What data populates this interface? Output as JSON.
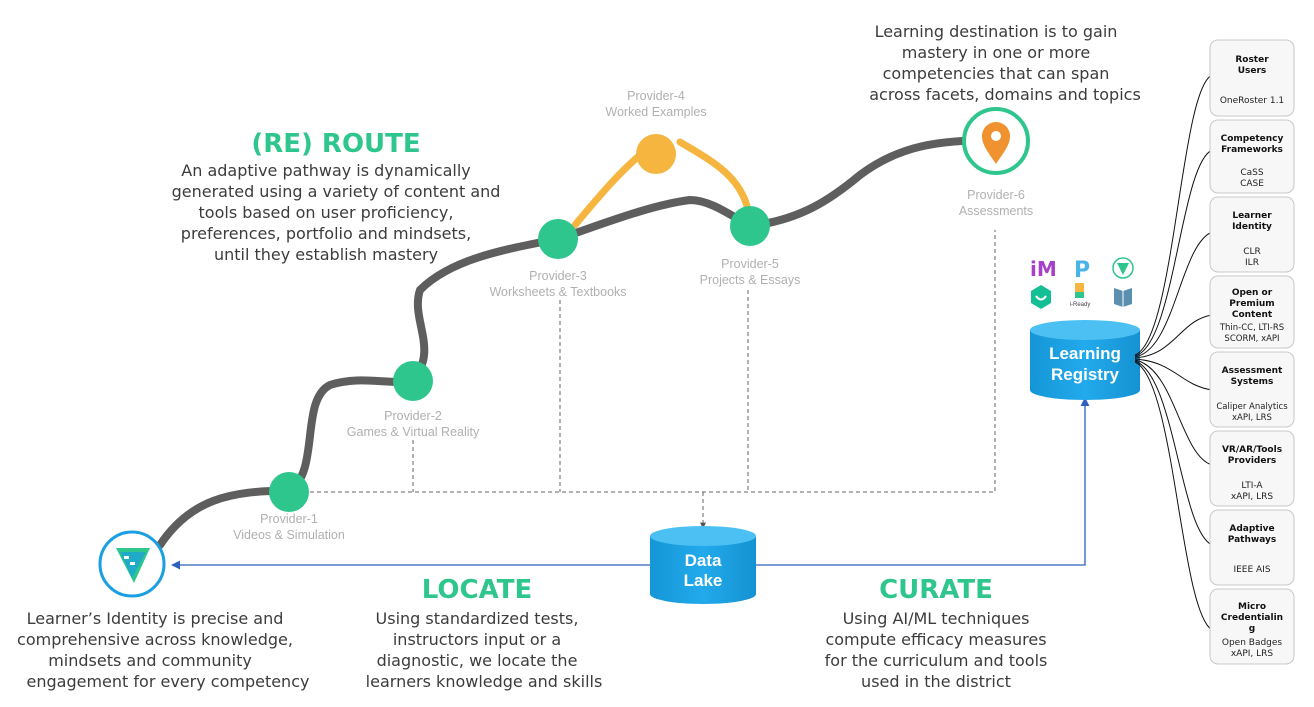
{
  "route": {
    "title": "(RE) ROUTE",
    "desc": [
      "An adaptive pathway is dynamically",
      "generated using a variety of content and",
      "tools based on user proficiency,",
      "preferences, portfolio and mindsets,",
      "until they establish mastery"
    ]
  },
  "destination": {
    "desc": [
      "Learning destination is to gain",
      "mastery in one or more",
      "competencies that can span",
      "across facets, domains and topics"
    ]
  },
  "providers": [
    {
      "name": "Provider-1",
      "desc": "Videos & Simulation"
    },
    {
      "name": "Provider-2",
      "desc": "Games & Virtual Reality"
    },
    {
      "name": "Provider-3",
      "desc": "Worksheets & Textbooks"
    },
    {
      "name": "Provider-4",
      "desc": "Worked Examples"
    },
    {
      "name": "Provider-5",
      "desc": "Projects & Essays"
    },
    {
      "name": "Provider-6",
      "desc": "Assessments"
    }
  ],
  "learner": {
    "desc": [
      "Learner’s Identity is precise and",
      "comprehensive across knowledge,",
      "mindsets and community",
      "engagement for every competency"
    ]
  },
  "locate": {
    "title": "LOCATE",
    "desc": [
      "Using standardized tests,",
      "instructors input or a",
      "diagnostic, we locate the",
      "learners knowledge and skills"
    ]
  },
  "curate": {
    "title": "CURATE",
    "desc": [
      "Using AI/ML techniques",
      "compute efficacy measures",
      "for the curriculum and tools",
      "used in the district"
    ]
  },
  "data_lake": {
    "lines": [
      "Data",
      "Lake"
    ]
  },
  "learning_registry": {
    "lines": [
      "Learning",
      "Registry"
    ]
  },
  "cards": [
    {
      "title": [
        "Roster",
        "Users"
      ],
      "sub": [
        "OneRoster 1.1"
      ]
    },
    {
      "title": [
        "Competency",
        "Frameworks"
      ],
      "sub": [
        "CaSS",
        "CASE"
      ]
    },
    {
      "title": [
        "Learner",
        "Identity"
      ],
      "sub": [
        "CLR",
        "ILR"
      ]
    },
    {
      "title": [
        "Open or",
        "Premium",
        "Content"
      ],
      "sub": [
        "Thin-CC, LTI-RS",
        "SCORM,  xAPI"
      ]
    },
    {
      "title": [
        "Assessment",
        "Systems"
      ],
      "sub": [
        "Caliper Analytics",
        "xAPI, LRS"
      ]
    },
    {
      "title": [
        "VR/AR/Tools",
        "Providers"
      ],
      "sub": [
        "LTI-A",
        "xAPI, LRS"
      ]
    },
    {
      "title": [
        "Adaptive",
        "Pathways"
      ],
      "sub": [
        "IEEE AIS"
      ]
    },
    {
      "title": [
        "Micro",
        "Credentialin",
        "g"
      ],
      "sub": [
        "Open Badges",
        "xAPI, LRS"
      ]
    }
  ],
  "logos": {
    "iready": "i-Ready"
  },
  "colors": {
    "green": "#2ec68c",
    "orange": "#f5b53f",
    "gray": "#5e5e5e",
    "blue": "#1a9fe0",
    "marker": "#f0922f"
  }
}
